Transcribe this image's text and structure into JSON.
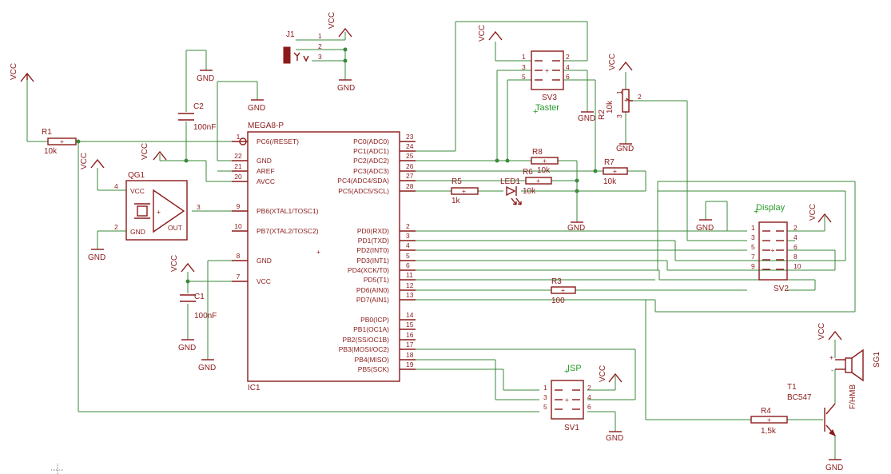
{
  "power": {
    "vcc": "VCC",
    "gnd": "GND"
  },
  "ic1": {
    "ref": "IC1",
    "value": "MEGA8-P",
    "pins_left": [
      {
        "num": "1",
        "name": "PC6(/RESET)"
      },
      {
        "num": "22",
        "name": "GND"
      },
      {
        "num": "21",
        "name": "AREF"
      },
      {
        "num": "20",
        "name": "AVCC"
      },
      {
        "num": "9",
        "name": "PB6(XTAL1/TOSC1)"
      },
      {
        "num": "10",
        "name": "PB7(XTAL2/TOSC2)"
      },
      {
        "num": "8",
        "name": "GND"
      },
      {
        "num": "7",
        "name": "VCC"
      }
    ],
    "pins_right": [
      {
        "num": "23",
        "name": "PC0(ADC0)"
      },
      {
        "num": "24",
        "name": "PC1(ADC1)"
      },
      {
        "num": "25",
        "name": "PC2(ADC2)"
      },
      {
        "num": "26",
        "name": "PC3(ADC3)"
      },
      {
        "num": "27",
        "name": "PC4(ADC4/SDA)"
      },
      {
        "num": "28",
        "name": "PC5(ADC5/SCL)"
      },
      {
        "num": "2",
        "name": "PD0(RXD)"
      },
      {
        "num": "3",
        "name": "PD1(TXD)"
      },
      {
        "num": "4",
        "name": "PD2(INT0)"
      },
      {
        "num": "5",
        "name": "PD3(INT1)"
      },
      {
        "num": "6",
        "name": "PD4(XCK/T0)"
      },
      {
        "num": "11",
        "name": "PD5(T1)"
      },
      {
        "num": "12",
        "name": "PD6(AIN0)"
      },
      {
        "num": "13",
        "name": "PD7(AIN1)"
      },
      {
        "num": "14",
        "name": "PB0(ICP)"
      },
      {
        "num": "15",
        "name": "PB1(OC1A)"
      },
      {
        "num": "16",
        "name": "PB2(SS/OC1B)"
      },
      {
        "num": "17",
        "name": "PB3(MOSI/OC2)"
      },
      {
        "num": "18",
        "name": "PB4(MISO)"
      },
      {
        "num": "19",
        "name": "PB5(SCK)"
      }
    ]
  },
  "components": {
    "r1": {
      "ref": "R1",
      "value": "10k"
    },
    "r2": {
      "ref": "R2",
      "value": "10k"
    },
    "r3": {
      "ref": "R3",
      "value": "100"
    },
    "r4": {
      "ref": "R4",
      "value": "1,5k"
    },
    "r5": {
      "ref": "R5",
      "value": "1k"
    },
    "r6": {
      "ref": "R6",
      "value": "10k"
    },
    "r7": {
      "ref": "R7",
      "value": "10k"
    },
    "r8": {
      "ref": "R8",
      "value": "10k"
    },
    "c1": {
      "ref": "C1",
      "value": "100nF"
    },
    "c2": {
      "ref": "C2",
      "value": "100nF"
    },
    "led1": {
      "ref": "LED1"
    },
    "qg1": {
      "ref": "QG1",
      "vcc": "VCC",
      "gnd": "GND",
      "out": "OUT",
      "pin_vcc": "4",
      "pin_gnd": "2",
      "pin_out": "3"
    },
    "j1": {
      "ref": "J1",
      "pins": [
        "1",
        "2",
        "3"
      ]
    },
    "sv1": {
      "ref": "SV1",
      "label": "ISP",
      "pins": [
        "1",
        "2",
        "3",
        "4",
        "5",
        "6"
      ]
    },
    "sv2": {
      "ref": "SV2",
      "label": "Display",
      "pins": [
        "1",
        "2",
        "3",
        "4",
        "5",
        "6",
        "7",
        "8",
        "9",
        "10"
      ]
    },
    "sv3": {
      "ref": "SV3",
      "label": "Taster",
      "pins": [
        "1",
        "2",
        "3",
        "4",
        "5",
        "6"
      ]
    },
    "t1": {
      "ref": "T1",
      "value": "BC547"
    },
    "sg1": {
      "ref": "SG1",
      "value": "F/HMB",
      "pin_plus": "+",
      "pin_minus": "-"
    },
    "pot": {
      "pins": [
        "1",
        "2",
        "3"
      ]
    }
  }
}
